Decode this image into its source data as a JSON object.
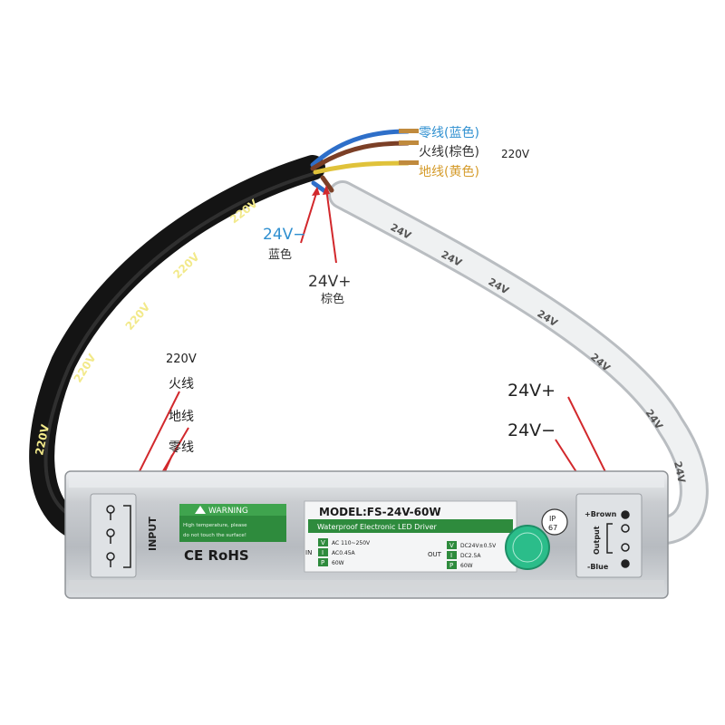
{
  "colors": {
    "blue_wire": "#2e6fc9",
    "brown_wire": "#7b3f26",
    "yellow_wire": "#e0c23a",
    "arrow_red": "#d2282c",
    "warning_green": "#2e8b3d",
    "body_silver": "#c9ccd0"
  },
  "ac_cable": {
    "label": "220V"
  },
  "dc_cable": {
    "label": "24V"
  },
  "top_labels": {
    "neutral": "零线(蓝色)",
    "live": "火线(棕色)",
    "earth": "地线(黄色)",
    "voltage": "220V"
  },
  "dc_wire_labels": {
    "minus": "24V−",
    "minus_color": "蓝色",
    "plus": "24V+",
    "plus_color": "棕色"
  },
  "input_labels": {
    "voltage": "220V",
    "live": "火线",
    "earth": "地线",
    "neutral": "零线"
  },
  "output_labels": {
    "plus": "24V+",
    "minus": "24V−"
  },
  "driver": {
    "warning_title": "WARNING",
    "warning_text_1": "High temperature, please",
    "warning_text_2": "do not touch the surface!",
    "ce_rohs": "CE RoHS",
    "model": "MODEL:FS-24V-60W",
    "subtitle": "Waterproof Electronic LED Driver",
    "in_label": "IN",
    "out_label": "OUT",
    "in_v": "AC 110~250V",
    "in_i": "AC0.45A",
    "in_p": "60W",
    "out_v": "DC24V±0.5V",
    "out_i": "DC2.5A",
    "out_p": "60W",
    "v": "V",
    "i": "I",
    "p": "P",
    "ip": "IP",
    "ip_num": "67",
    "input_word": "INPUT",
    "output_word": "Output",
    "brown": "+Brown",
    "blue": "-Blue"
  }
}
